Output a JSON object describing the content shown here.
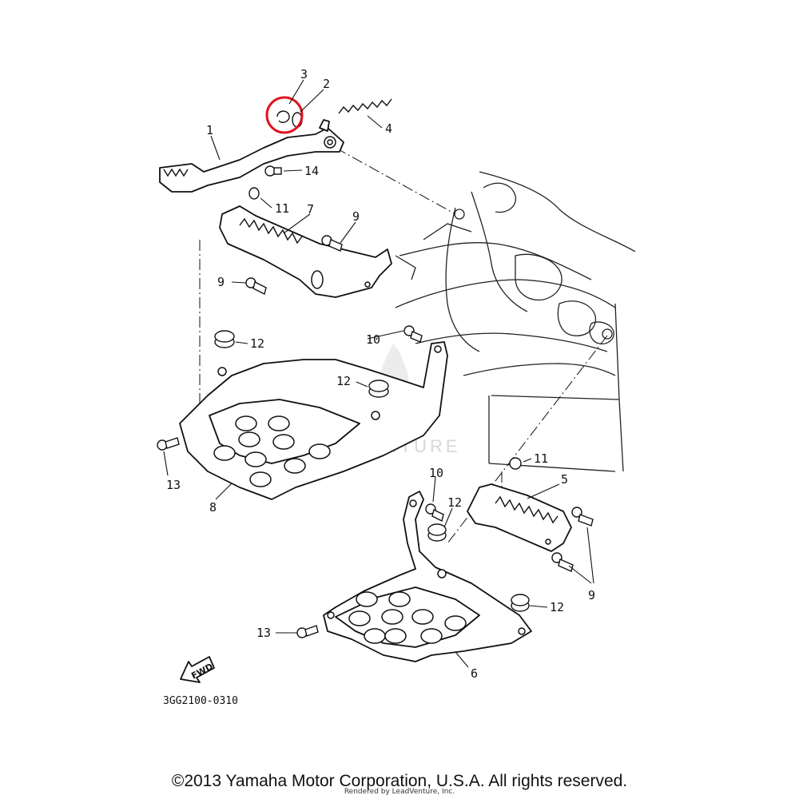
{
  "diagram": {
    "callouts": {
      "c1": "1",
      "c2": "2",
      "c3": "3",
      "c4": "4",
      "c5": "5",
      "c6": "6",
      "c7": "7",
      "c8": "8",
      "c9a": "9",
      "c9b": "9",
      "c9c": "9",
      "c10a": "10",
      "c10b": "10",
      "c11a": "11",
      "c11b": "11",
      "c12a": "12",
      "c12b": "12",
      "c12c": "12",
      "c12d": "12",
      "c13a": "13",
      "c13b": "13",
      "c14": "14"
    },
    "fwd_label": "FWD",
    "drawing_code": "3GG2100-0310",
    "watermark": "LEADVENTURE",
    "highlight_color": "#e0141e"
  },
  "footer": {
    "copyright": "©2013 Yamaha Motor Corporation, U.S.A. All rights reserved.",
    "rendered_by": "Rendered by LeadVenture, Inc."
  }
}
